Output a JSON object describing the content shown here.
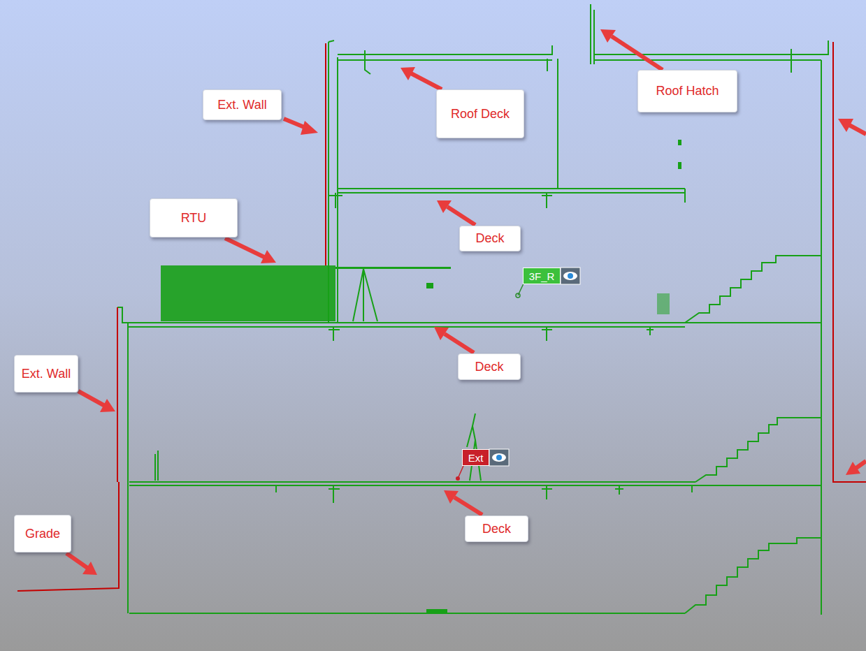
{
  "diagram": {
    "nodes": [
      {
        "text": [
          "Roof Hatch"
        ]
      },
      {
        "text": [
          "Ext. Wall"
        ]
      },
      {
        "text": [
          "Roof Deck"
        ]
      },
      {
        "text": [
          "RTU"
        ]
      },
      {
        "text": [
          "Deck"
        ]
      },
      {
        "text": [
          "3F_R"
        ]
      },
      {
        "text": [
          "Deck"
        ]
      },
      {
        "text": [
          "Ext. Wall"
        ]
      },
      {
        "text": [
          "Ext"
        ]
      },
      {
        "text": [
          "Deck"
        ]
      },
      {
        "text": [
          "Grade"
        ]
      }
    ]
  }
}
